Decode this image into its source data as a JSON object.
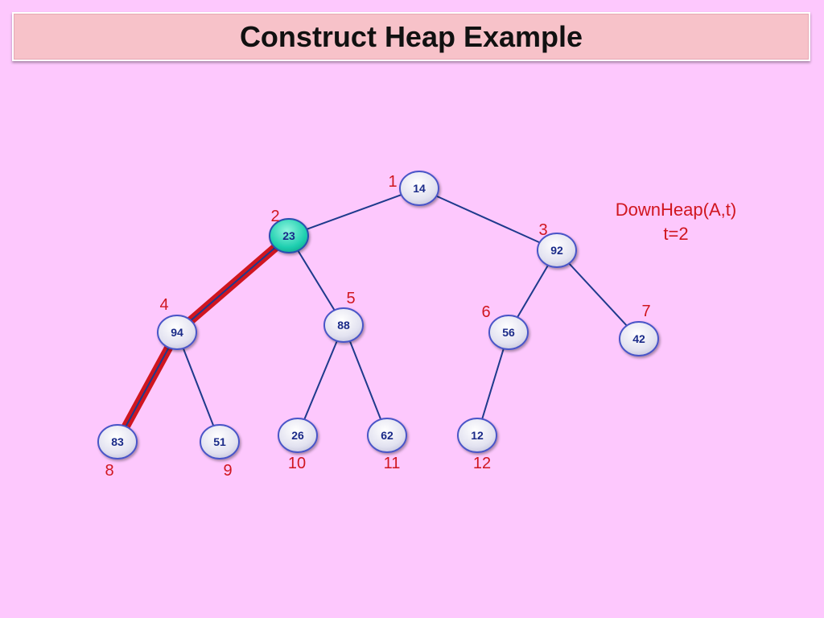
{
  "title": "Construct Heap Example",
  "annotation": {
    "line1": "DownHeap(A,t)",
    "line2": "t=2"
  },
  "colors": {
    "edge": "#1e3a8c",
    "highlight": "#d0161f",
    "node_active": "#1fcfb0",
    "node_fill": "#e4e4f2",
    "index": "#d0161f"
  },
  "heap": {
    "active_index": 2,
    "highlight_path": [
      2,
      4,
      8
    ],
    "nodes": [
      {
        "index": 1,
        "value": "14"
      },
      {
        "index": 2,
        "value": "23"
      },
      {
        "index": 3,
        "value": "92"
      },
      {
        "index": 4,
        "value": "94"
      },
      {
        "index": 5,
        "value": "88"
      },
      {
        "index": 6,
        "value": "56"
      },
      {
        "index": 7,
        "value": "42"
      },
      {
        "index": 8,
        "value": "83"
      },
      {
        "index": 9,
        "value": "51"
      },
      {
        "index": 10,
        "value": "26"
      },
      {
        "index": 11,
        "value": "62"
      },
      {
        "index": 12,
        "value": "12"
      }
    ]
  }
}
